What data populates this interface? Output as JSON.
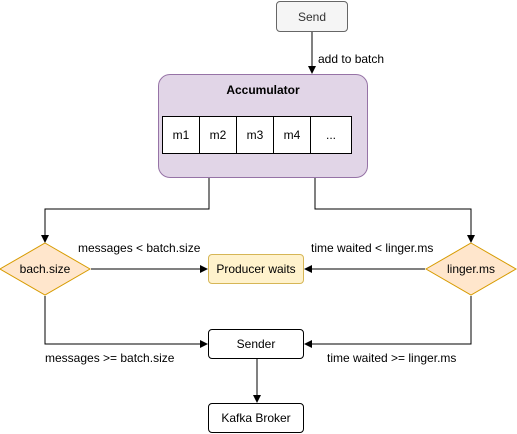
{
  "nodes": {
    "send": "Send",
    "accumulator": "Accumulator",
    "messages": [
      "m1",
      "m2",
      "m3",
      "m4",
      "..."
    ],
    "producer_waits": "Producer waits",
    "sender": "Sender",
    "kafka_broker": "Kafka Broker",
    "batch_size": "bach.size",
    "linger_ms": "linger.ms"
  },
  "edges": {
    "add_to_batch": "add to batch",
    "messages_lt": "messages < batch.size",
    "messages_gte": "messages >= batch.size",
    "time_lt": "time waited < linger.ms",
    "time_gte": "time waited >= linger.ms"
  },
  "colors": {
    "accumulator_fill": "#e1d5e7",
    "accumulator_stroke": "#9673a6",
    "decision_fill": "#ffe6cc",
    "decision_stroke": "#d79b00",
    "producer_fill": "#fff2cc",
    "producer_stroke": "#d6b656",
    "send_fill": "#f5f5f5"
  }
}
